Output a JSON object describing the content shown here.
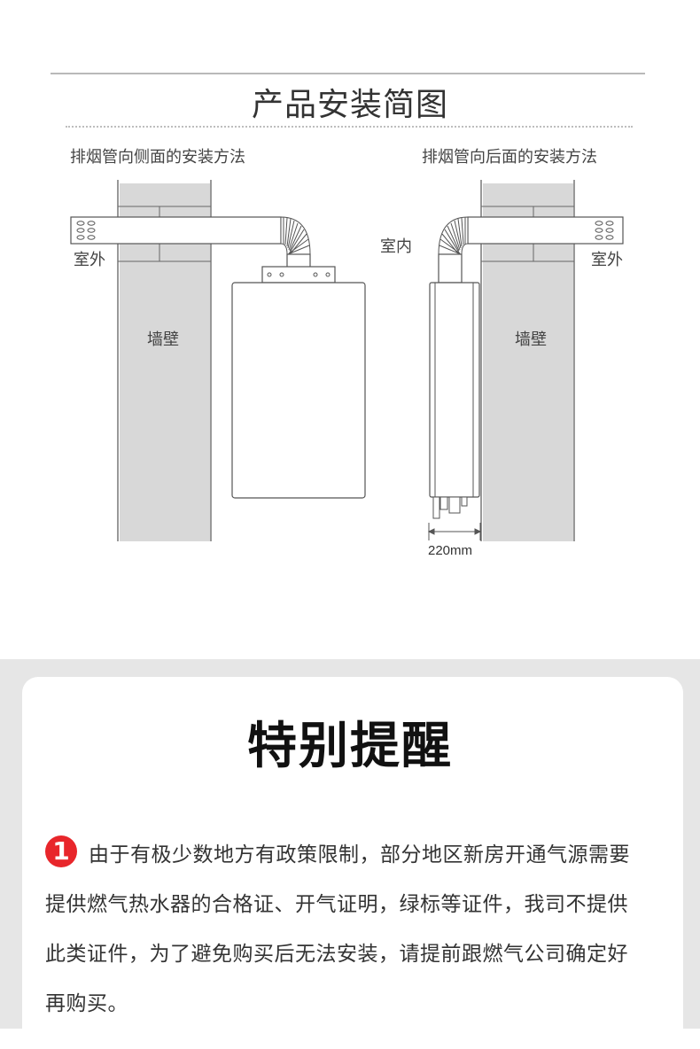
{
  "section": {
    "title": "产品安装简图",
    "caption_side": "排烟管向侧面的安装方法",
    "caption_back": "排烟管向后面的安装方法"
  },
  "diagram": {
    "outdoor": "室外",
    "indoor": "室内",
    "wall": "墙壁",
    "dimension": "220mm"
  },
  "colors": {
    "wall_fill": "#d8d8d8",
    "line": "#555555",
    "divider": "#b9b9b9",
    "notice_red": "#e8262b",
    "band": "#e6e6e6"
  },
  "notice": {
    "title": "特别提醒",
    "number": "1",
    "lines": [
      "由于有极少数地方有政策限制，部分地区新房开通气源需要",
      "提供燃气热水器的合格证、开气证明，绿标等证件，我司不提供",
      "此类证件，为了避免购买后无法安装，请提前跟燃气公司确定好",
      "再购买。"
    ]
  }
}
